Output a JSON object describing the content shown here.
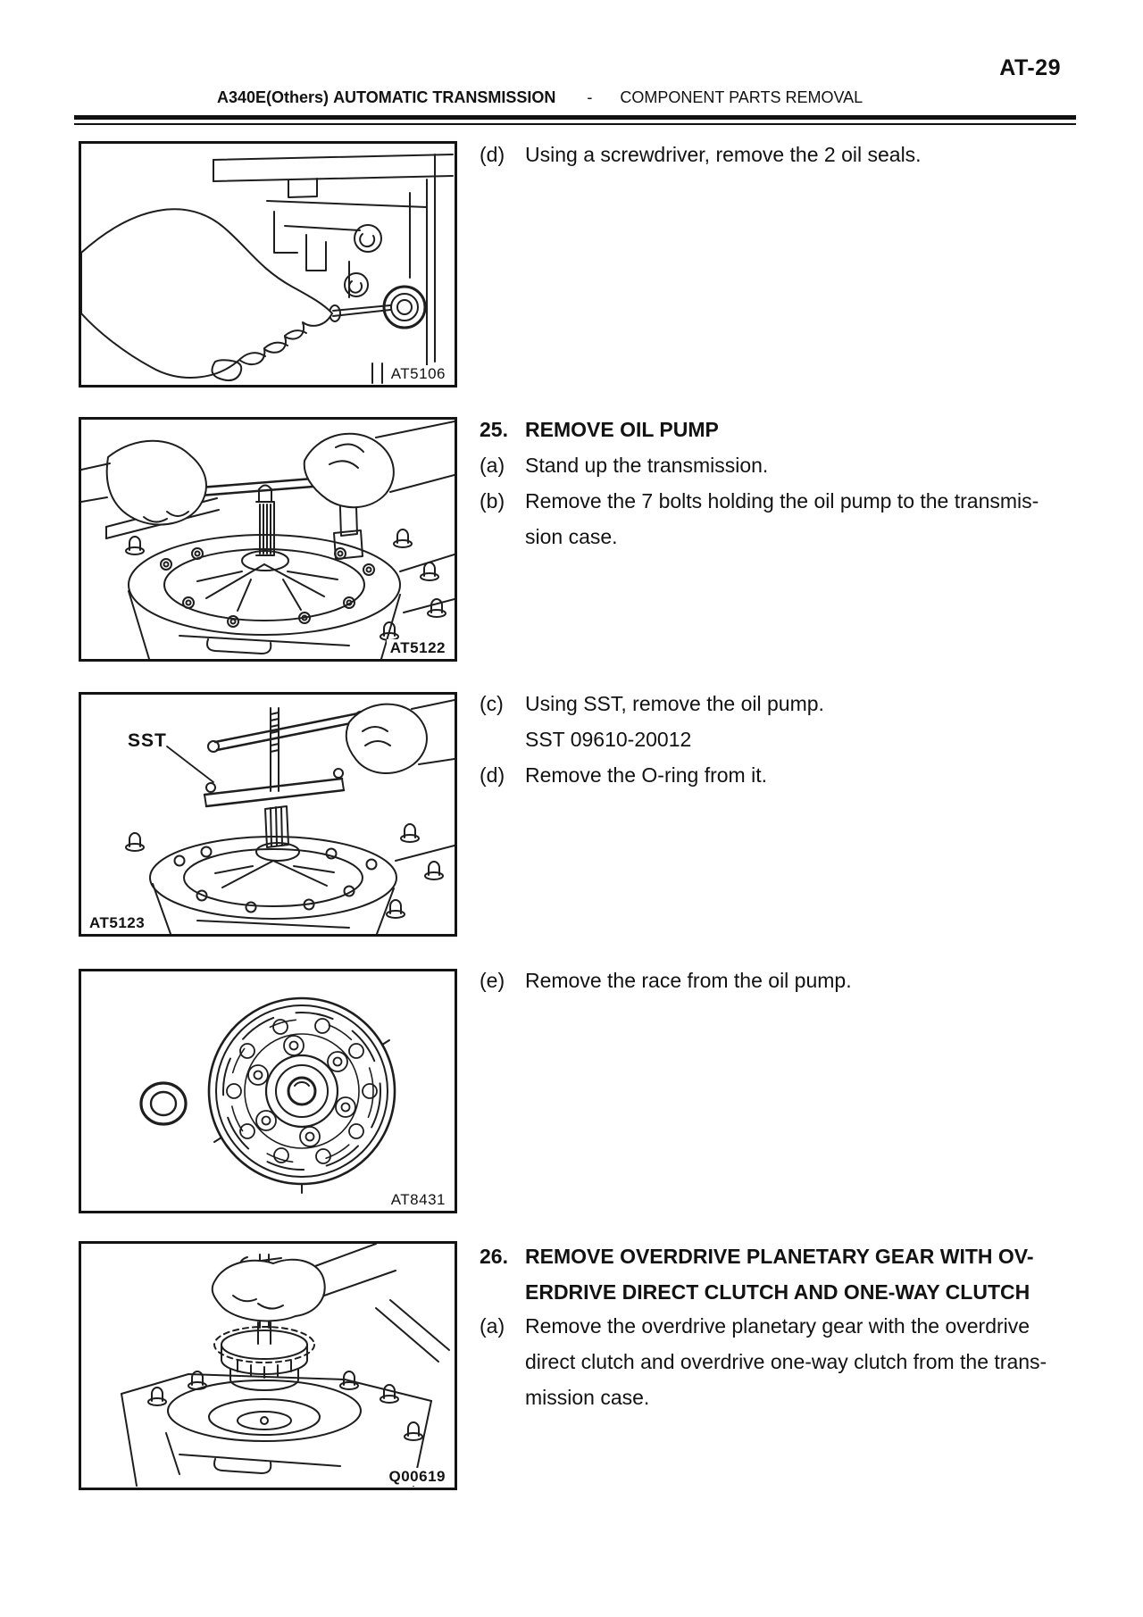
{
  "page": {
    "number": "AT-29"
  },
  "header": {
    "model": "A340E(Others)",
    "title": "AUTOMATIC TRANSMISSION",
    "separator": "-",
    "subtitle": "COMPONENT PARTS REMOVAL"
  },
  "figures": [
    {
      "code": "AT5106"
    },
    {
      "code": "AT5122"
    },
    {
      "code": "AT5123",
      "callout": "SST"
    },
    {
      "code": "AT8431"
    },
    {
      "code": "Q00619"
    }
  ],
  "instructions": {
    "oil_seals": {
      "label": "(d)",
      "text": "Using a screwdriver, remove the 2 oil seals."
    },
    "s25": {
      "number": "25.",
      "title": "REMOVE OIL PUMP",
      "a": {
        "label": "(a)",
        "text": "Stand up the transmission."
      },
      "b": {
        "label": "(b)",
        "line1": "Remove the 7 bolts holding the oil pump to the transmis-",
        "line2": "sion case."
      }
    },
    "sst": {
      "label": "(c)",
      "text": "Using SST, remove the oil pump.",
      "sst_number": "SST 09610-20012"
    },
    "oring": {
      "label": "(d)",
      "text": "Remove the O-ring from it."
    },
    "race": {
      "label": "(e)",
      "text": "Remove the race from the oil pump."
    },
    "s26": {
      "number": "26.",
      "title_line1": "REMOVE OVERDRIVE PLANETARY GEAR WITH OV-",
      "title_line2": "ERDRIVE DIRECT CLUTCH AND ONE-WAY CLUTCH",
      "a": {
        "label": "(a)",
        "line1": "Remove the overdrive planetary gear with the overdrive",
        "line2": "direct clutch and overdrive one-way clutch from the trans-",
        "line3": "mission case."
      }
    }
  }
}
